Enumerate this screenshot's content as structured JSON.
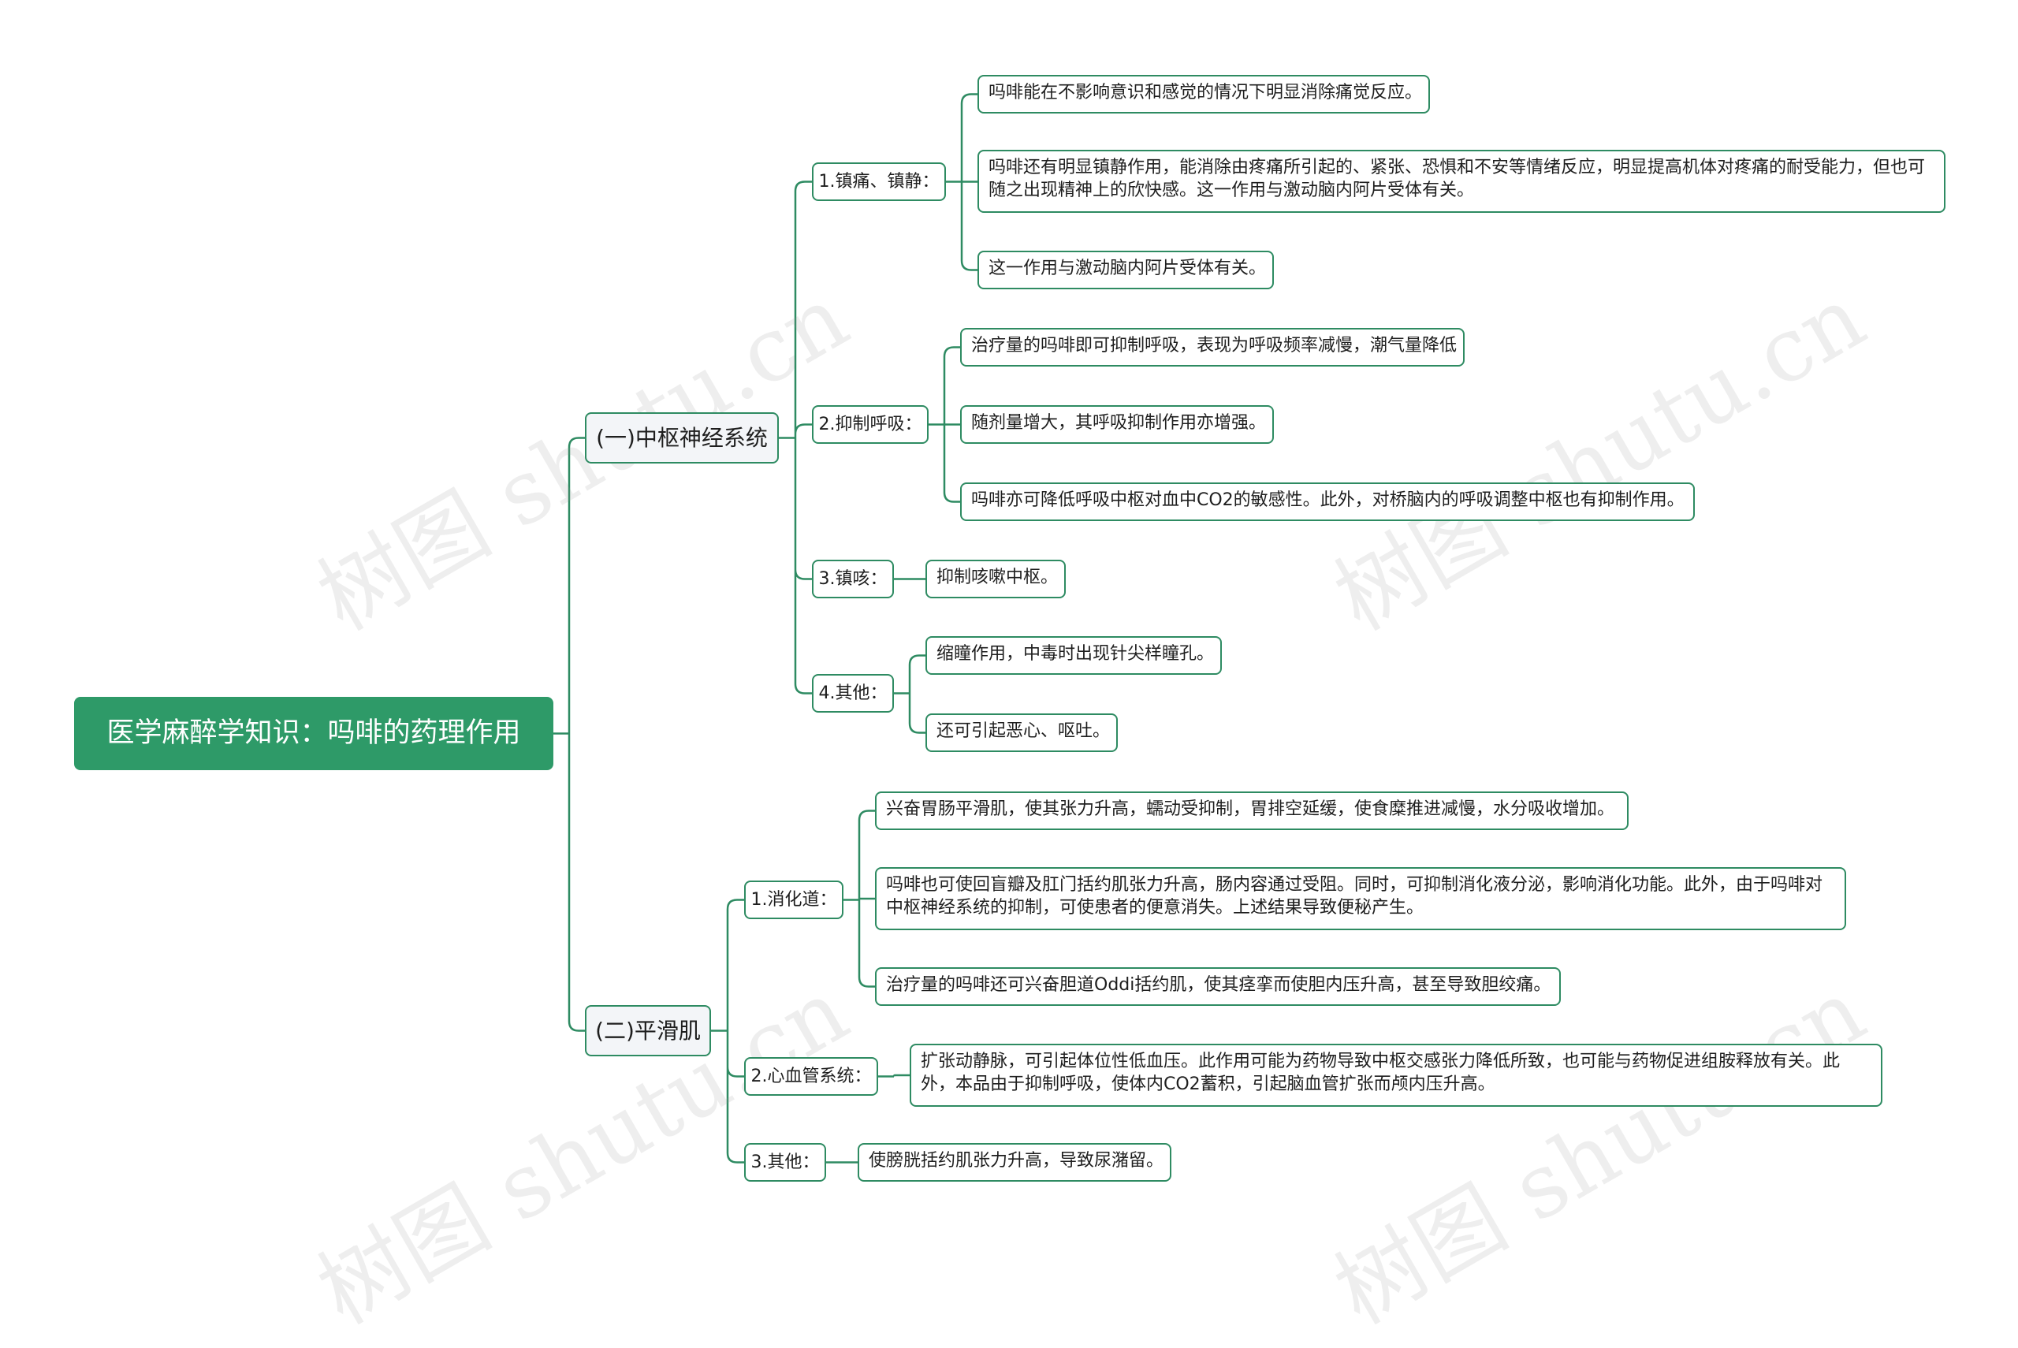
{
  "watermark": "树图 shutu.cn",
  "colors": {
    "accent": "#2e8b62",
    "root_fill": "#2e9a68"
  },
  "root": {
    "label": "医学麻醉学知识：吗啡的药理作用"
  },
  "branches": [
    {
      "label": "(一)中枢神经系统",
      "children": [
        {
          "label": "1.镇痛、镇静：",
          "items": [
            "吗啡能在不影响意识和感觉的情况下明显消除痛觉反应。",
            "吗啡还有明显镇静作用，能消除由疼痛所引起的、紧张、恐惧和不安等情绪反应，明显提高机体对疼痛的耐受能力，但也可随之出现精神上的欣快感。这一作用与激动脑内阿片受体有关。",
            "这一作用与激动脑内阿片受体有关。"
          ]
        },
        {
          "label": "2.抑制呼吸：",
          "items": [
            "治疗量的吗啡即可抑制呼吸，表现为呼吸频率减慢，潮气量降低",
            "随剂量增大，其呼吸抑制作用亦增强。",
            "吗啡亦可降低呼吸中枢对血中CO2的敏感性。此外，对桥脑内的呼吸调整中枢也有抑制作用。"
          ]
        },
        {
          "label": "3.镇咳：",
          "items": [
            "抑制咳嗽中枢。"
          ]
        },
        {
          "label": "4.其他：",
          "items": [
            "缩瞳作用，中毒时出现针尖样瞳孔。",
            "还可引起恶心、呕吐。"
          ]
        }
      ]
    },
    {
      "label": "(二)平滑肌",
      "children": [
        {
          "label": "1.消化道：",
          "items": [
            "兴奋胃肠平滑肌，使其张力升高，蠕动受抑制，胃排空延缓，使食糜推进减慢，水分吸收增加。",
            "吗啡也可使回盲瓣及肛门括约肌张力升高，肠内容通过受阻。同时，可抑制消化液分泌，影响消化功能。此外，由于吗啡对中枢神经系统的抑制，可使患者的便意消失。上述结果导致便秘产生。",
            "治疗量的吗啡还可兴奋胆道Oddi括约肌，使其痉挛而使胆内压升高，甚至导致胆绞痛。"
          ]
        },
        {
          "label": "2.心血管系统：",
          "items": [
            "扩张动静脉，可引起体位性低血压。此作用可能为药物导致中枢交感张力降低所致，也可能与药物促进组胺释放有关。此外，本品由于抑制呼吸，使体内CO2蓄积，引起脑血管扩张而颅内压升高。"
          ]
        },
        {
          "label": "3.其他：",
          "items": [
            "使膀胱括约肌张力升高，导致尿潴留。"
          ]
        }
      ]
    }
  ]
}
